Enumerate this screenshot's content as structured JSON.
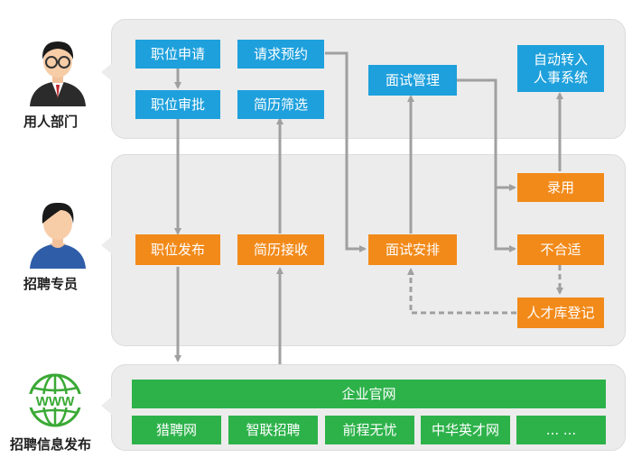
{
  "actors": {
    "dept": "用人部门",
    "recruiter": "招聘专员",
    "publish": "招聘信息发布",
    "www": "WWW"
  },
  "steps": {
    "apply": "职位申请",
    "approve": "职位审批",
    "request_interview": "请求预约",
    "resume_screen": "简历筛选",
    "interview_manage": "面试管理",
    "auto_hr": "自动转入\n人事系统",
    "post_job": "职位发布",
    "resume_receive": "简历接收",
    "interview_arrange": "面试安排",
    "hire": "录用",
    "reject": "不合适",
    "talent_pool": "人才库登记"
  },
  "channels": {
    "official_site": "企业官网",
    "sites": [
      "猎聘网",
      "智联招聘",
      "前程无忧",
      "中华英才网",
      "... ..."
    ]
  },
  "colors": {
    "blue": "#1ea0dc",
    "orange": "#f28a1a",
    "green": "#2db24a",
    "lane": "#ececec",
    "arrow": "#a0a0a0"
  }
}
